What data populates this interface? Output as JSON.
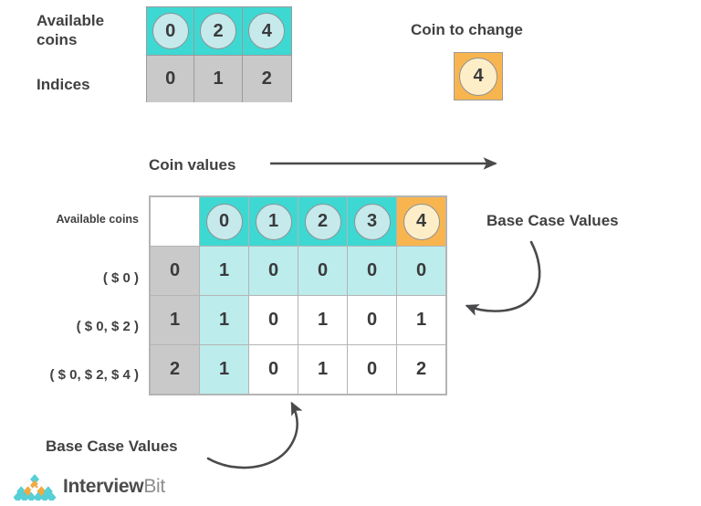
{
  "colors": {
    "teal": "#3ed8d3",
    "light_cyan": "#bcecec",
    "coin_cyan": "#c6eaec",
    "orange": "#f8b54f",
    "coin_cream": "#fdeec8",
    "grey": "#c9c9c9",
    "border": "#b4b4b4",
    "text": "#3f3f41",
    "arrow": "#4a4a4c"
  },
  "top": {
    "available_coins_label": "Available\ncoins",
    "indices_label": "Indices",
    "coins": [
      "0",
      "2",
      "4"
    ],
    "indices": [
      "0",
      "1",
      "2"
    ],
    "coin_to_change_label": "Coin to change",
    "coin_to_change_value": "4"
  },
  "matrix": {
    "axis_label": "Coin values",
    "header_row_label": "Available coins",
    "column_headers": [
      "0",
      "1",
      "2",
      "3",
      "4"
    ],
    "highlighted_column_index": 4,
    "row_labels": [
      "( $ 0 )",
      "( $ 0, $ 2 )",
      "( $ 0, $ 2, $ 4 )"
    ],
    "row_indices": [
      "0",
      "1",
      "2"
    ],
    "rows": [
      [
        "1",
        "0",
        "0",
        "0",
        "0"
      ],
      [
        "1",
        "0",
        "1",
        "0",
        "1"
      ],
      [
        "1",
        "0",
        "1",
        "0",
        "2"
      ]
    ]
  },
  "annotations": {
    "base_case_right": "Base Case Values",
    "base_case_bottom": "Base Case Values"
  },
  "logo": {
    "name_bold": "Interview",
    "name_light": "Bit"
  }
}
